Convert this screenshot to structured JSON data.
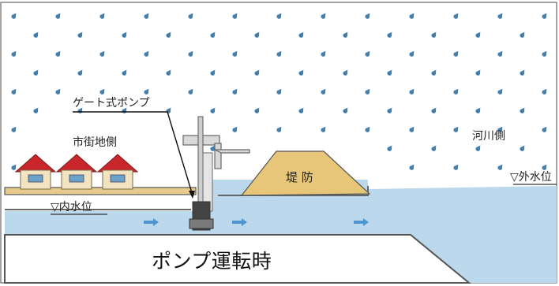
{
  "labels": {
    "pump": "ゲート式ポンプ",
    "city_side": "市街地側",
    "river_side": "河川側",
    "levee": "堤 防",
    "inner_level": "▽内水位",
    "outer_level": "▽外水位"
  },
  "caption": "ポンプ運転時",
  "colors": {
    "water": "#bcd8ec",
    "rain": "#3f7fb2",
    "levee": "#e7c679",
    "roof": "#c8262b",
    "house_wall": "#f2e3c1",
    "ground": "#e6ca8e",
    "flow_arrow": "#4f95cf",
    "frame": "#555555"
  },
  "icons": [
    "rain-drop-icon",
    "house-icon",
    "flow-arrow-icon",
    "pump-icon"
  ]
}
